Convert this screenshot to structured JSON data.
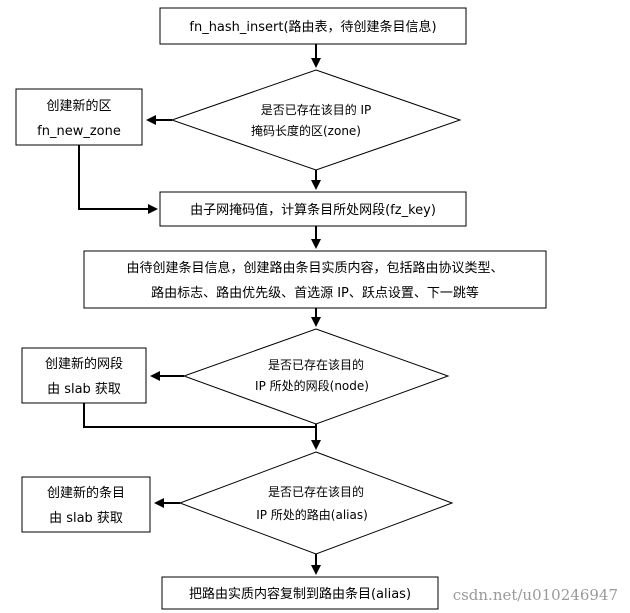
{
  "flowchart": {
    "start": {
      "text": "fn_hash_insert(路由表，待创建条目信息)"
    },
    "decision_zone": {
      "line1": "是否已存在该目的 IP",
      "line2": "掩码长度的区(zone)"
    },
    "create_zone": {
      "line1": "创建新的区",
      "line2": "fn_new_zone"
    },
    "compute_key": {
      "text": "由子网掩码值，计算条目所处网段(fz_key)"
    },
    "create_entry": {
      "line1": "由待创建条目信息，创建路由条目实质内容，包括路由协议类型、",
      "line2": "路由标志、路由优先级、首选源 IP、跃点设置、下一跳等"
    },
    "decision_node": {
      "line1": "是否已存在该目的",
      "line2": "IP 所处的网段(node)"
    },
    "create_node": {
      "line1": "创建新的网段",
      "line2": "由 slab 获取"
    },
    "decision_alias": {
      "line1": "是否已存在该目的",
      "line2": "IP 所处的路由(alias)"
    },
    "create_alias": {
      "line1": "创建新的条目",
      "line2": "由 slab 获取"
    },
    "copy_entry": {
      "text": "把路由实质内容复制到路由条目(alias)"
    }
  },
  "watermark": "csdn.net/u010246947",
  "colors": {
    "stroke": "#000000",
    "background": "#ffffff",
    "text": "#000000"
  }
}
